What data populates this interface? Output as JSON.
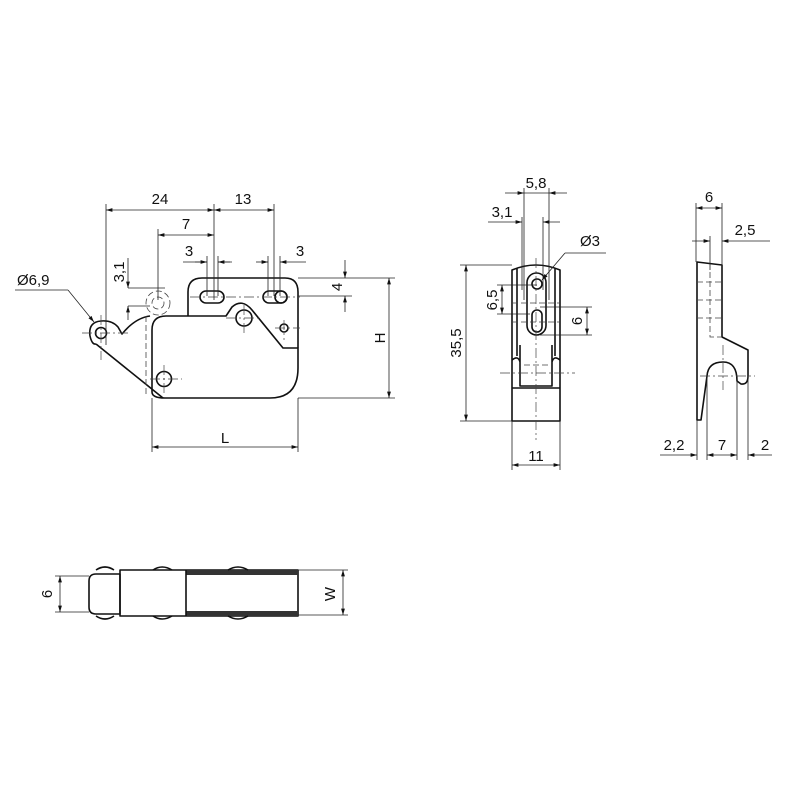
{
  "front_view": {
    "dim_24": "24",
    "dim_13": "13",
    "dim_7": "7",
    "dim_3_left": "3",
    "dim_3_right": "3",
    "dim_3_1": "3,1",
    "dim_4": "4",
    "dim_H": "H",
    "dim_L": "L",
    "dim_dia_6_9": "Ø6,9"
  },
  "side_view": {
    "dim_5_8": "5,8",
    "dim_3_1": "3,1",
    "dim_dia_3": "Ø3",
    "dim_35_5": "35,5",
    "dim_6_5": "6,5",
    "dim_6": "6",
    "dim_11": "11"
  },
  "end_view": {
    "dim_6": "6",
    "dim_2_5": "2,5",
    "dim_2_2": "2,2",
    "dim_7": "7",
    "dim_2": "2"
  },
  "bottom_view": {
    "dim_6": "6",
    "dim_W": "W"
  }
}
